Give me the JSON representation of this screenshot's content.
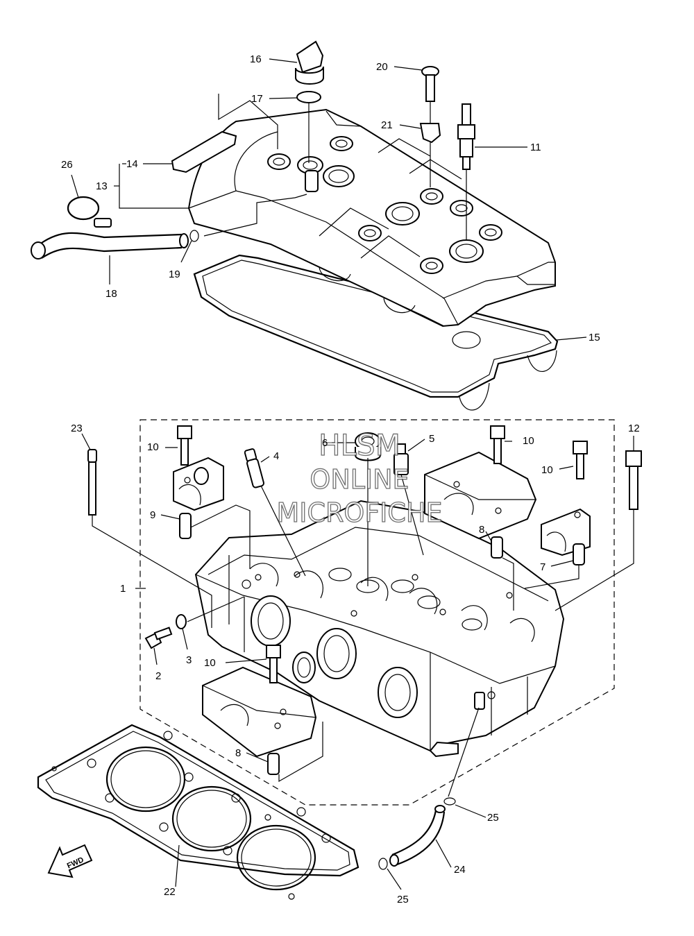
{
  "watermark": {
    "line1": "HLSM",
    "line2": "ONLINE",
    "line3": "MICROFICHE"
  },
  "fwd_label": "FWD",
  "callouts": {
    "c1": "1",
    "c2": "2",
    "c3": "3",
    "c4": "4",
    "c5": "5",
    "c6": "6",
    "c7": "7",
    "c8a": "8",
    "c8b": "8",
    "c9": "9",
    "c10a": "10",
    "c10b": "10",
    "c10c": "10",
    "c10d": "10",
    "c11": "11",
    "c12": "12",
    "c13": "13",
    "c14": "14",
    "c15": "15",
    "c16": "16",
    "c17": "17",
    "c18": "18",
    "c19": "19",
    "c20": "20",
    "c21": "21",
    "c22": "22",
    "c23": "23",
    "c24": "24",
    "c25a": "25",
    "c25b": "25",
    "c26": "26"
  }
}
